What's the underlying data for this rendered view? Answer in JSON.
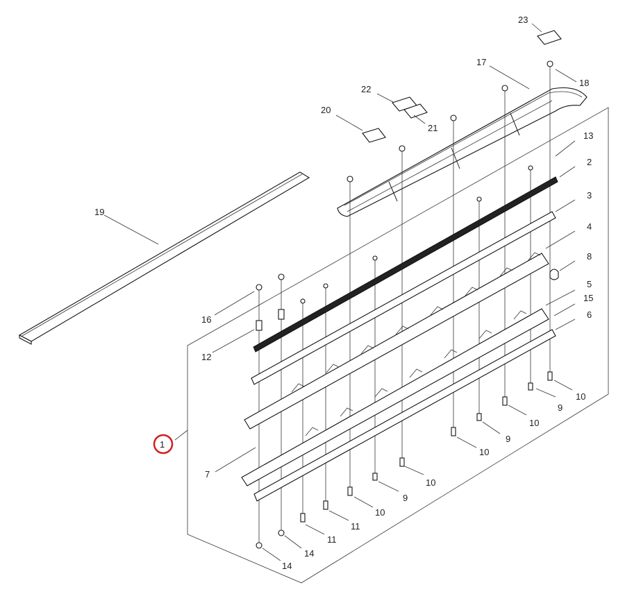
{
  "diagram": {
    "callouts": {
      "c1": "1",
      "c2": "2",
      "c3": "3",
      "c4": "4",
      "c5": "5",
      "c6": "6",
      "c7": "7",
      "c8": "8",
      "c9a": "9",
      "c9b": "9",
      "c9c": "9",
      "c10a": "10",
      "c10b": "10",
      "c10c": "10",
      "c10d": "10",
      "c10e": "10",
      "c11a": "11",
      "c11b": "11",
      "c12": "12",
      "c13": "13",
      "c14a": "14",
      "c14b": "14",
      "c15": "15",
      "c16": "16",
      "c17": "17",
      "c18": "18",
      "c19": "19",
      "c20": "20",
      "c21": "21",
      "c22": "22",
      "c23": "23"
    },
    "highlight_color": "#d21f1f"
  }
}
